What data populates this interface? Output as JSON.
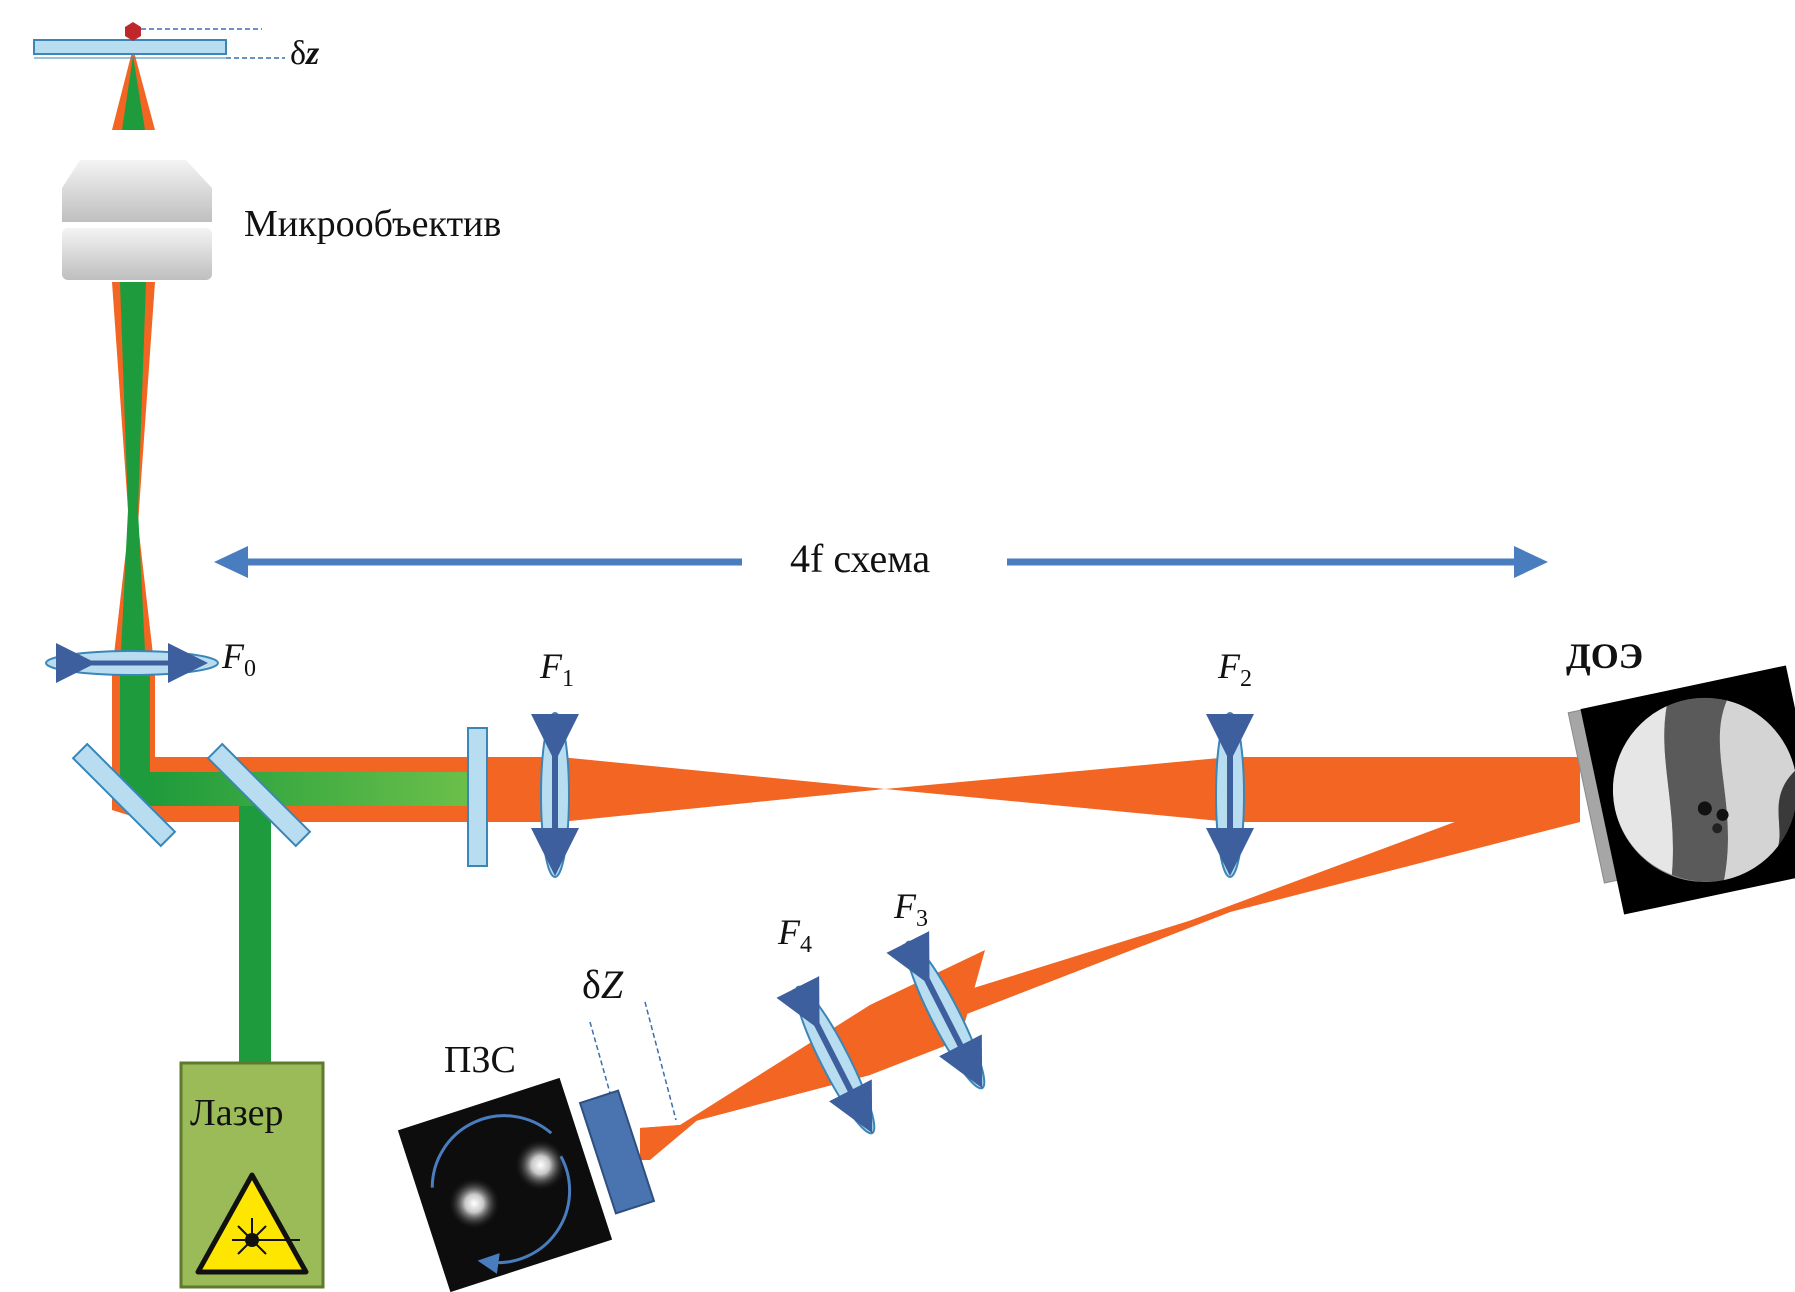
{
  "labels": {
    "dz_small_delta": "δ",
    "dz_small_var": "z",
    "objective": "Микрообъектив",
    "scheme_4f": "4f схема",
    "F0": "F",
    "F0_sub": "0",
    "F1": "F",
    "F1_sub": "1",
    "F2": "F",
    "F2_sub": "2",
    "F3": "F",
    "F3_sub": "3",
    "F4": "F",
    "F4_sub": "4",
    "doe": "ДОЭ",
    "dz_big_delta": "δ",
    "dz_big_var": "Z",
    "ccd": "ПЗС",
    "laser": "Лазер"
  },
  "colors": {
    "orange_beam": "#F26522",
    "green_beam": "#1E9B3C",
    "green_light": "#5DBB46",
    "optic_fill": "#B9DDF0",
    "optic_stroke": "#3A86B8",
    "arrow_blue": "#4A7DBF",
    "laser_box": "#9BBB59",
    "laser_border": "#5E7A2E",
    "detector": "#4A74B0",
    "doe_holder": "#A6A6A6",
    "sample_marker": "#C0272D"
  }
}
